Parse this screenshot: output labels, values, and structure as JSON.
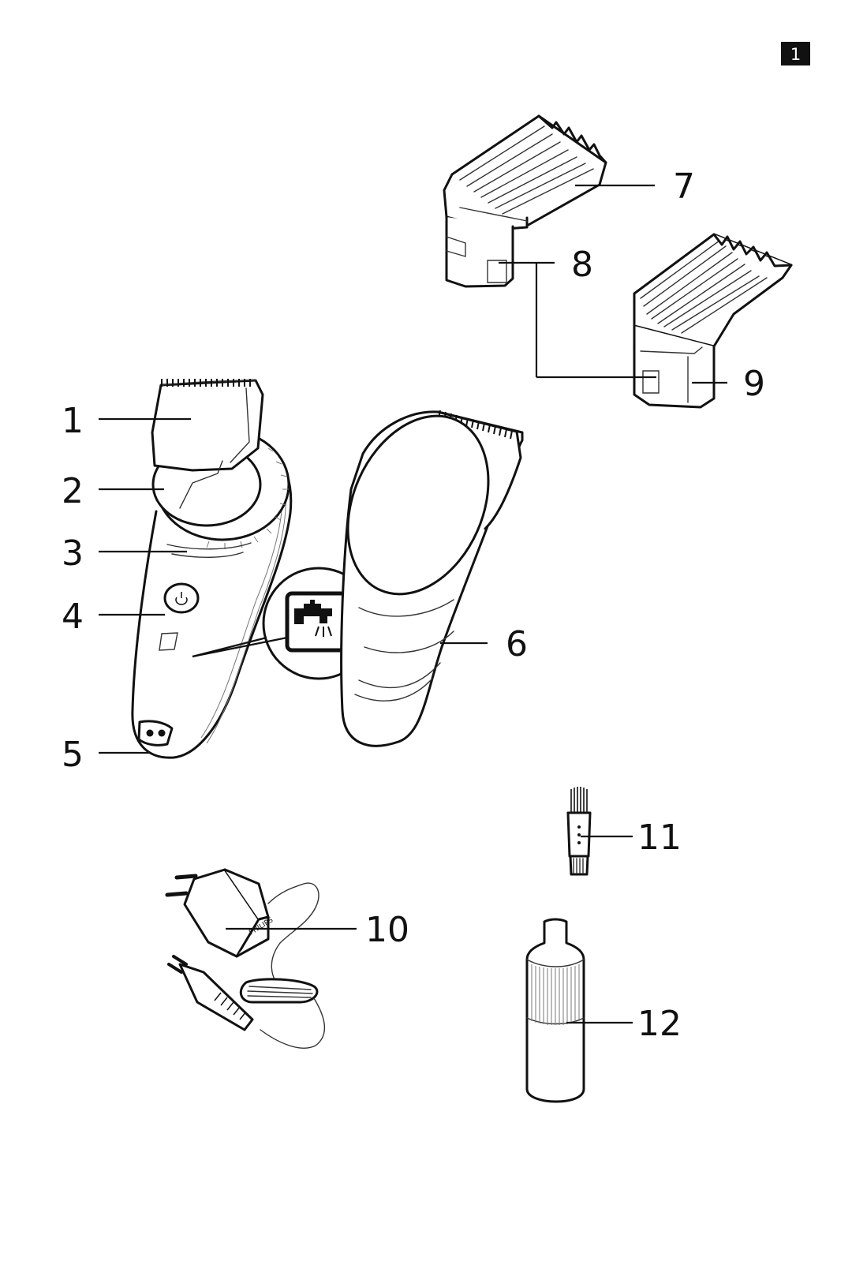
{
  "figure_number": "1",
  "callouts": [
    "1",
    "2",
    "3",
    "4",
    "5",
    "6",
    "7",
    "8",
    "9",
    "10",
    "11",
    "12"
  ],
  "icons": {
    "washable": "faucet-washable-icon",
    "power_button": "power-icon"
  },
  "brand_mark": "PHILIPS"
}
